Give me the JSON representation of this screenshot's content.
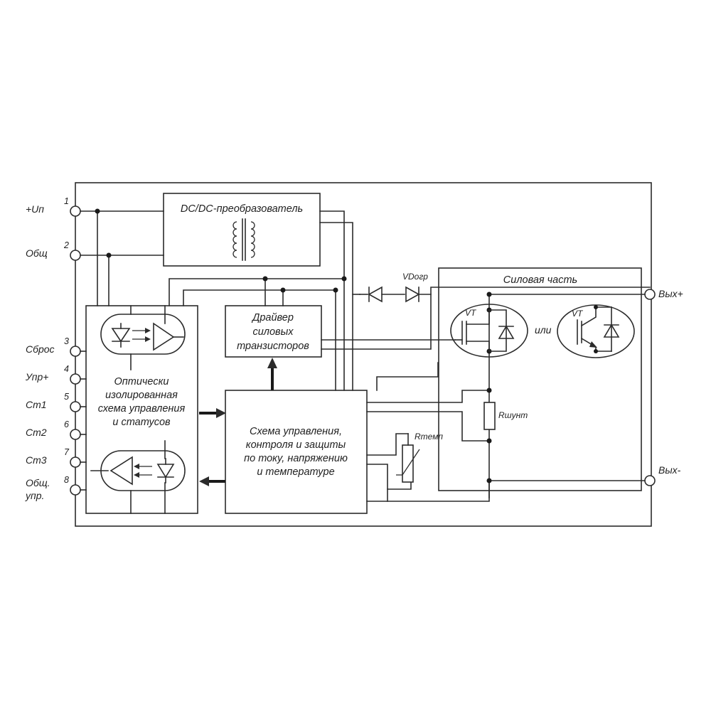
{
  "terminals_left": [
    {
      "label": "+Uп",
      "num": "1"
    },
    {
      "label": "Общ",
      "num": "2"
    },
    {
      "label": "Сброс",
      "num": "3"
    },
    {
      "label": "Упр+",
      "num": "4"
    },
    {
      "label": "Ст1",
      "num": "5"
    },
    {
      "label": "Ст2",
      "num": "6"
    },
    {
      "label": "Ст3",
      "num": "7"
    },
    {
      "label_line1": "Общ.",
      "label_line2": "упр.",
      "num": "8"
    }
  ],
  "terminals_right": {
    "out_plus": "Вых+",
    "out_minus": "Вых-"
  },
  "blocks": {
    "dcdc": "DC/DC-преобразователь",
    "driver": [
      "Драйвер",
      "силовых",
      "транзисторов"
    ],
    "opto": [
      "Оптически",
      "изолированная",
      "схема управления",
      "и статусов"
    ],
    "control": [
      "Схема управления,",
      "контроля и защиты",
      "по току, напряжению",
      "и температуре"
    ],
    "power": "Силовая часть"
  },
  "components": {
    "vd": "VDогр",
    "vt1": "VT",
    "vt2": "VT",
    "or": "или",
    "rshunt": "Rшунт",
    "rtemp": "Rтемп"
  }
}
